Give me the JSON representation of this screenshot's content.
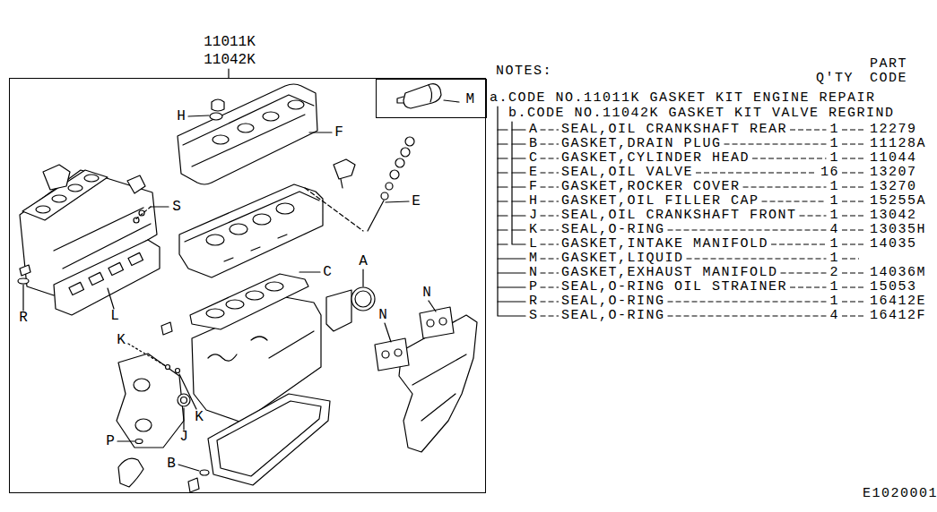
{
  "diagram": {
    "nodes": [
      {
        "text": [
          "11011K",
          "11042K"
        ]
      },
      {
        "text": [
          "M"
        ],
        "in": 0
      }
    ],
    "labels": [
      "H",
      "F",
      "S",
      "E",
      "C",
      "A",
      "R",
      "L",
      "N",
      "N",
      "K",
      "K",
      "J",
      "P",
      "B",
      "NOTES:",
      "PART",
      "Q'TY",
      "CODE",
      "a.CODE NO.11011K GASKET KIT ENGINE REPAIR",
      "b.CODE NO.11042K GASKET KIT VALVE REGRIND",
      "A",
      "SEAL,OIL CRANKSHAFT REAR",
      "1",
      "12279",
      "B",
      "GASKET,DRAIN PLUG",
      "1",
      "11128A",
      "C",
      "GASKET,CYLINDER HEAD",
      "1",
      "11044",
      "E",
      "SEAL,OIL VALVE",
      "16",
      "13207",
      "F",
      "GASKET,ROCKER COVER",
      "1",
      "13270",
      "H",
      "GASKET,OIL FILLER CAP",
      "1",
      "15255A",
      "J",
      "SEAL,OIL CRANKSHAFT FRONT",
      "1",
      "13042",
      "K",
      "SEAL,O-RING",
      "4",
      "13035H",
      "L",
      "GASKET,INTAKE MANIFOLD",
      "1",
      "14035",
      "M",
      "GASKET,LIQUID",
      "1",
      "N",
      "GASKET,EXHAUST MANIFOLD",
      "2",
      "14036M",
      "P",
      "SEAL,O-RING OIL STRAINER",
      "1",
      "15053",
      "R",
      "SEAL,O-RING",
      "1",
      "16412E",
      "S",
      "SEAL,O-RING",
      "4",
      "16412F",
      "E1020001"
    ]
  }
}
